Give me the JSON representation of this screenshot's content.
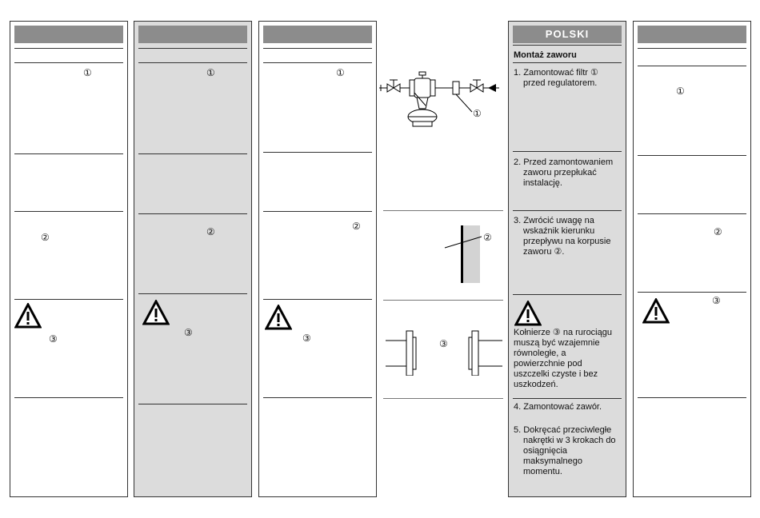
{
  "language_header": "POLSKI",
  "section_title": "Montaż zaworu",
  "markers": {
    "m1": "①",
    "m2": "②",
    "m3": "③"
  },
  "steps": {
    "s1": "1. Zamontować filtr ① przed regulatorem.",
    "s2": "2. Przed zamontowaniem zaworu przepłukać instalację.",
    "s3": "3. Zwrócić uwagę na wskaźnik kierunku przepływu na korpusie zaworu ②.",
    "warning": "Kołnierze ③ na rurociągu muszą być wzajemnie równoległe, a powierzchnie pod uszczelki czyste i bez uszkodzeń.",
    "s4": "4.  Zamontować zawór.",
    "s5": "5. Dokręcać przeciwległe nakrętki w 3 krokach do osiągnięcia maksymalnego momentu."
  },
  "icons": [
    "warning-triangle-icon"
  ]
}
